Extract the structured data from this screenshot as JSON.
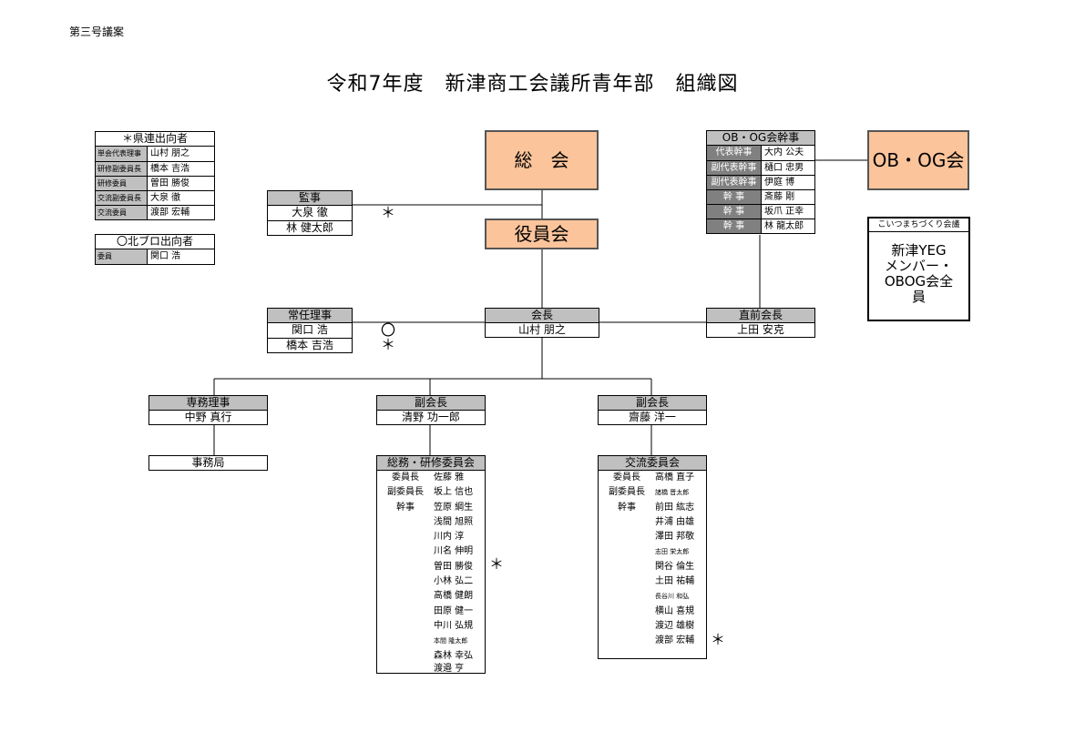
{
  "doc_no": "第三号議案",
  "title": "令和7年度　新津商工会議所青年部　組織図",
  "prefecture": {
    "title": "＊県連出向者",
    "rows": [
      {
        "role": "単会代表理事",
        "name": "山村 朋之"
      },
      {
        "role": "研修副委員長",
        "name": "橋本 吉浩"
      },
      {
        "role": "研修委員",
        "name": "曽田 勝俊"
      },
      {
        "role": "交流副委員長",
        "name": "大泉 徹"
      },
      {
        "role": "交流委員",
        "name": "渡部 宏輔"
      }
    ]
  },
  "hokubu": {
    "title": "〇北ブロ出向者",
    "rows": [
      {
        "role": "委員",
        "name": "関口 浩"
      }
    ]
  },
  "soukai": "総　会",
  "yakuinkai": "役員会",
  "ob_og_kai": "OB・OG会",
  "kanji": {
    "title": "監事",
    "members": [
      "大泉 徹",
      "林 健太郎"
    ],
    "marks": [
      "＊",
      ""
    ]
  },
  "joninriji": {
    "title": "常任理事",
    "members": [
      "関口 浩",
      "橋本 吉浩"
    ],
    "marks": [
      "〇",
      "＊"
    ]
  },
  "kaicho": {
    "title": "会長",
    "name": "山村 朋之"
  },
  "chokuzen": {
    "title": "直前会長",
    "name": "上田 安克"
  },
  "ob_kanji": {
    "title": "OB・OG会幹事",
    "rows": [
      {
        "role": "代表幹事",
        "name": "大内 公夫"
      },
      {
        "role": "副代表幹事",
        "name": "樋口 忠男"
      },
      {
        "role": "副代表幹事",
        "name": "伊庭 博"
      },
      {
        "role": "幹 事",
        "name": "斎藤 剛"
      },
      {
        "role": "幹 事",
        "name": "坂爪 正幸"
      },
      {
        "role": "幹 事",
        "name": "林 龍太郎"
      }
    ]
  },
  "koitsu": {
    "header": "こいつまちづくり会議",
    "body_lines": [
      "新津YEG",
      "メンバー・",
      "OBOG会全",
      "員"
    ]
  },
  "senmu": {
    "title": "専務理事",
    "name": "中野 真行"
  },
  "jimukyoku": "事務局",
  "fuku1": {
    "title": "副会長",
    "name": "清野 功一郎"
  },
  "fuku2": {
    "title": "副会長",
    "name": "齋藤 洋一"
  },
  "soumu": {
    "title": "総務・研修委員会",
    "rows": [
      {
        "role": "委員長",
        "name": "佐藤 雅",
        "mark": ""
      },
      {
        "role": "副委員長",
        "name": "坂上 信也",
        "mark": ""
      },
      {
        "role": "幹事",
        "name": "笠原 綱生",
        "mark": ""
      },
      {
        "role": "",
        "name": "浅間 旭照",
        "mark": ""
      },
      {
        "role": "",
        "name": "川内 淳",
        "mark": ""
      },
      {
        "role": "",
        "name": "川名 伸明",
        "mark": ""
      },
      {
        "role": "",
        "name": "曽田 勝俊",
        "mark": "＊"
      },
      {
        "role": "",
        "name": "小林 弘二",
        "mark": ""
      },
      {
        "role": "",
        "name": "高橋 健朗",
        "mark": ""
      },
      {
        "role": "",
        "name": "田原 健一",
        "mark": ""
      },
      {
        "role": "",
        "name": "中川 弘規",
        "mark": ""
      },
      {
        "role": "",
        "name": "本間 隆太郎",
        "mark": ""
      },
      {
        "role": "",
        "name": "森林 幸弘",
        "mark": ""
      },
      {
        "role": "",
        "name": "渡邉 亨",
        "mark": ""
      }
    ]
  },
  "koryu": {
    "title": "交流委員会",
    "rows": [
      {
        "role": "委員長",
        "name": "高橋 直子",
        "mark": ""
      },
      {
        "role": "副委員長",
        "name": "諸橋 晋太郎",
        "mark": ""
      },
      {
        "role": "幹事",
        "name": "前田 紘志",
        "mark": ""
      },
      {
        "role": "",
        "name": "井浦 由雄",
        "mark": ""
      },
      {
        "role": "",
        "name": "澤田 邦敬",
        "mark": ""
      },
      {
        "role": "",
        "name": "志田 栄太郎",
        "mark": ""
      },
      {
        "role": "",
        "name": "関谷 倫生",
        "mark": ""
      },
      {
        "role": "",
        "name": "土田 祐輔",
        "mark": ""
      },
      {
        "role": "",
        "name": "長谷川 和弘",
        "mark": ""
      },
      {
        "role": "",
        "name": "横山 喜規",
        "mark": ""
      },
      {
        "role": "",
        "name": "渡辺 雄樹",
        "mark": ""
      },
      {
        "role": "",
        "name": "渡部 宏輔",
        "mark": "＊"
      }
    ]
  }
}
